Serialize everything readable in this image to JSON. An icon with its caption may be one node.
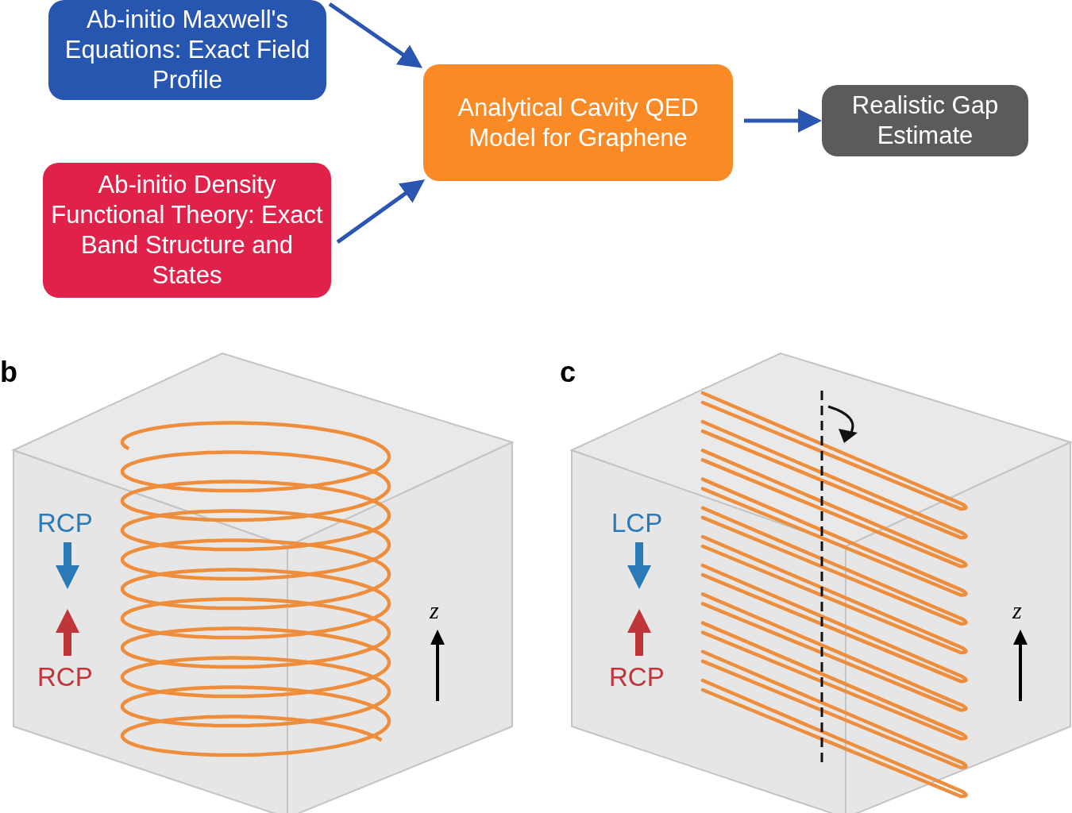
{
  "diagram": {
    "nodes": [
      {
        "text": [
          "Ab-initio Maxwell's Equations: Exact Field Profile"
        ]
      },
      {
        "text": [
          "Ab-initio Density Functional Theory: Exact Band Structure and States"
        ]
      },
      {
        "text": [
          "Analytical Cavity QED Model for Graphene"
        ]
      },
      {
        "text": [
          "Realistic Gap Estimate"
        ]
      }
    ],
    "edges": [
      {
        "from": 0,
        "to": 2,
        "arrow": "to"
      },
      {
        "from": 1,
        "to": 2,
        "arrow": "to"
      },
      {
        "from": 2,
        "to": 3,
        "arrow": "to"
      }
    ],
    "labels": [
      "b",
      "RCP",
      "RCP",
      "z",
      "c",
      "LCP",
      "RCP",
      "z"
    ]
  }
}
